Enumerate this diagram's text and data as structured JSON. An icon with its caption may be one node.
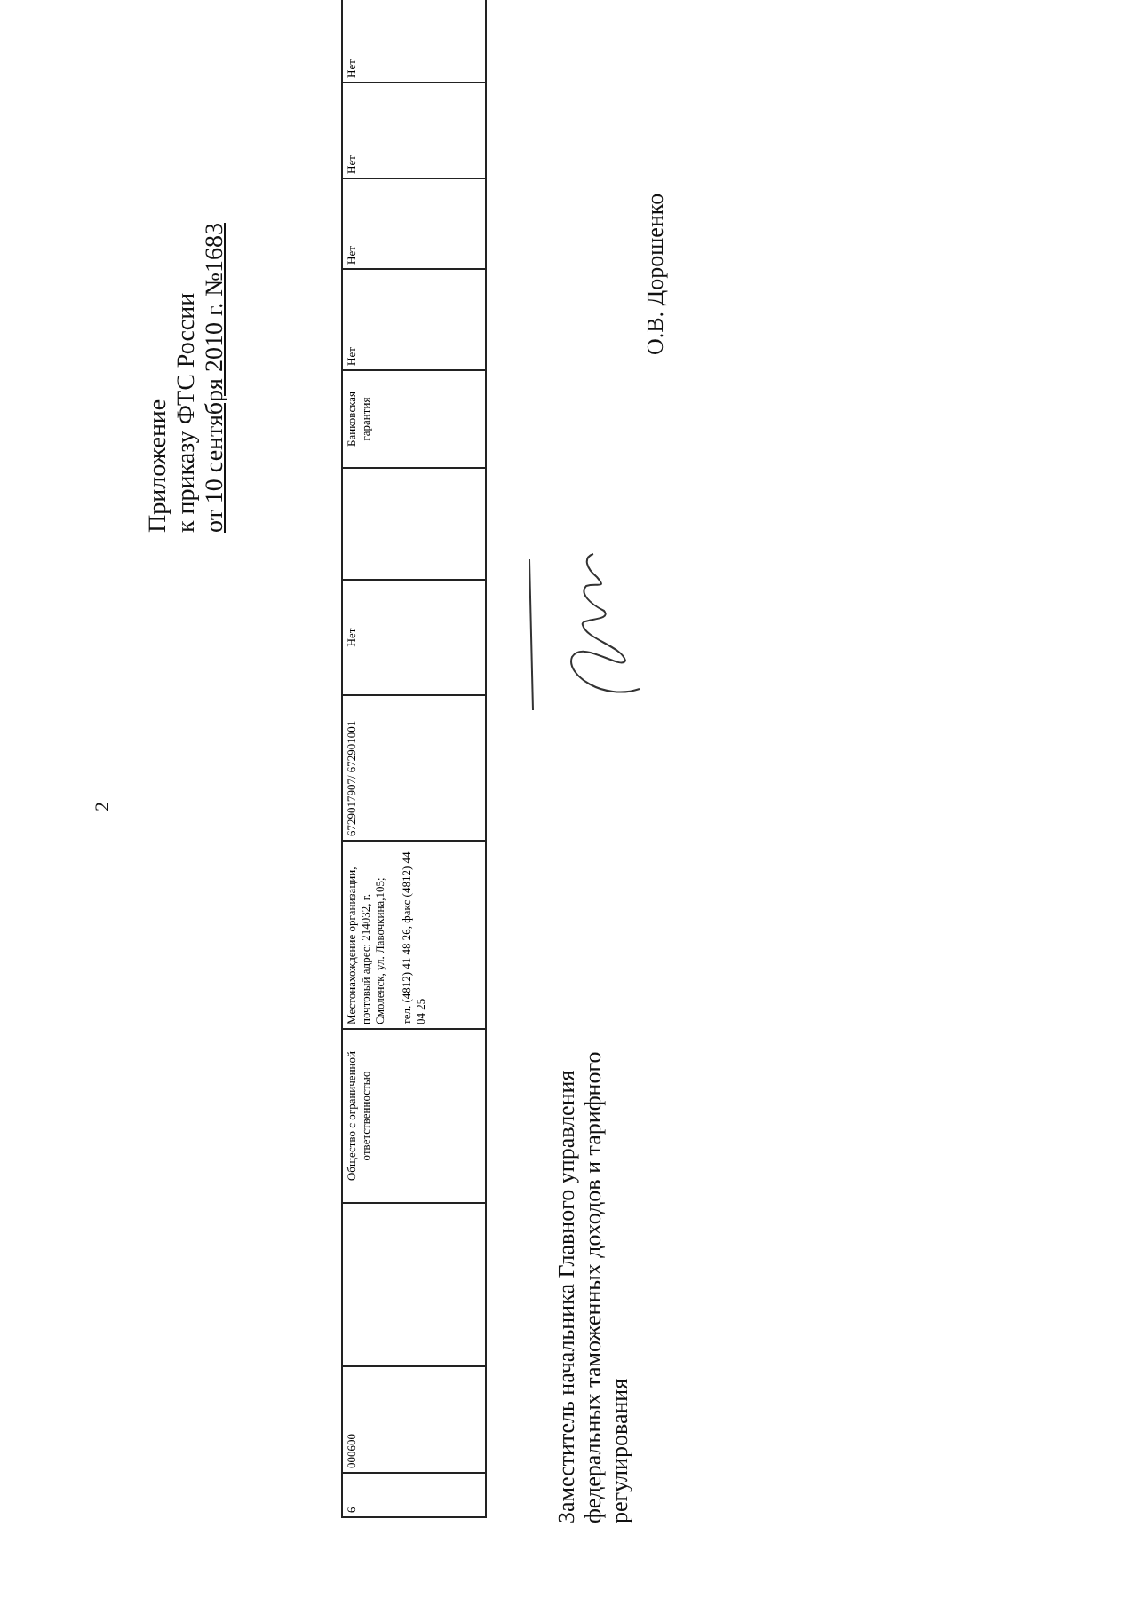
{
  "diagram": {
    "labels": [
      "2",
      "Приложение",
      "к приказу ФТС России",
      "от 10 сентября 2010 г. №1683",
      "6",
      "000600",
      "Общество с ограниченной ответственностью",
      "Местонахождение организации, почтовый адрес: 214032, г. Смоленск, ул. Лавочкина,105;",
      "тел. (4812) 41 48 26, факс (4812) 44 04 25",
      "6729017907/ 672901001",
      "Нет",
      "Банковская гарантия",
      "Нет",
      "Нет",
      "Нет",
      "Нет",
      "Заместитель начальника Главного управления федеральных таможенных доходов и тарифного регулирования",
      "О.В. Дорошенко"
    ]
  }
}
